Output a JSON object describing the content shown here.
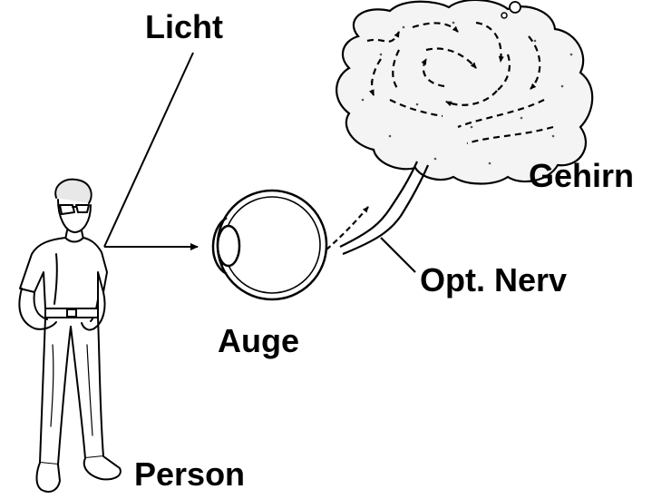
{
  "labels": {
    "light": "Licht",
    "brain": "Gehirn",
    "optic_nerve": "Opt. Nerv",
    "eye": "Auge",
    "person": "Person"
  },
  "colors": {
    "ink": "#000000",
    "background": "#ffffff",
    "brain_fill": "#f4f4f4"
  }
}
